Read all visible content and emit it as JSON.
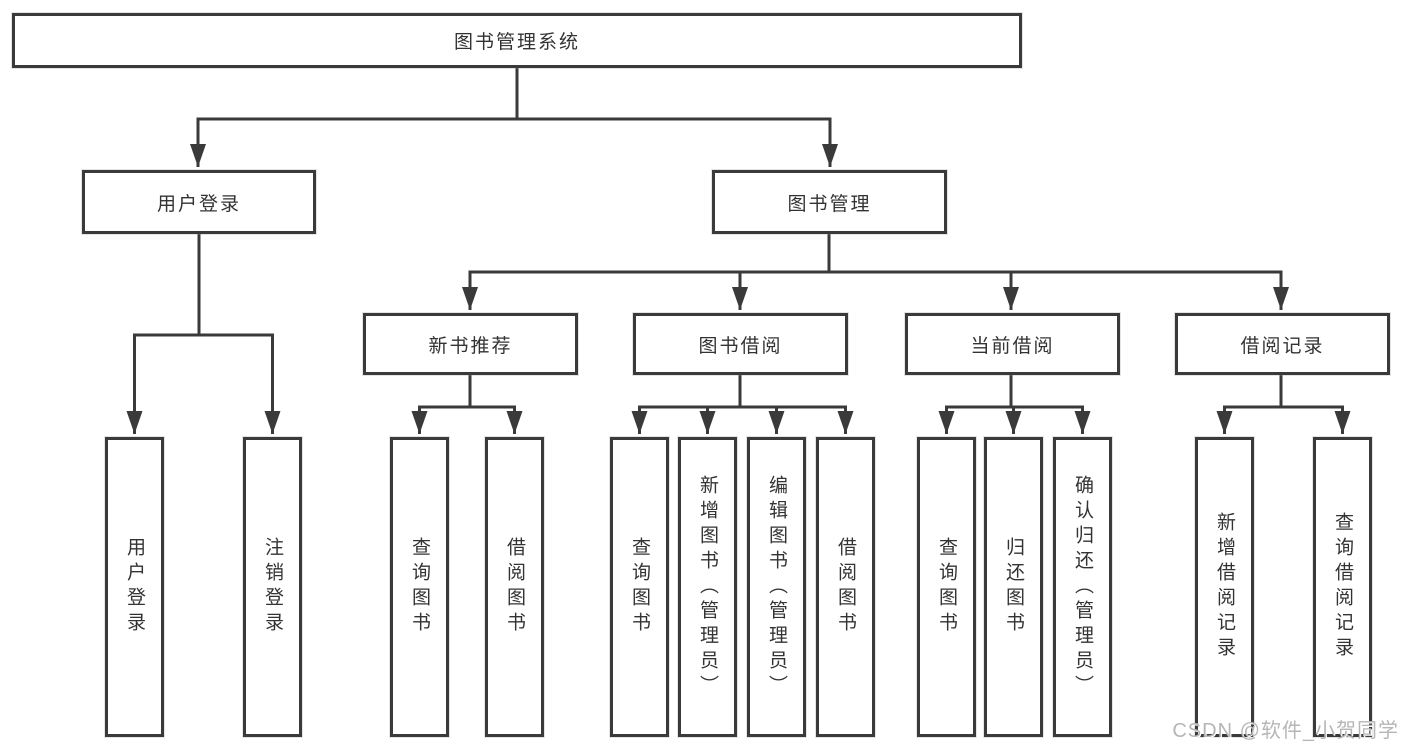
{
  "diagram": {
    "root": {
      "label": "图书管理系统"
    },
    "branches": [
      {
        "label": "用户登录",
        "children": [
          {
            "label": "用户登录"
          },
          {
            "label": "注销登录"
          }
        ]
      },
      {
        "label": "图书管理",
        "children": [
          {
            "label": "新书推荐",
            "children": [
              {
                "label": "查询图书"
              },
              {
                "label": "借阅图书"
              }
            ]
          },
          {
            "label": "图书借阅",
            "children": [
              {
                "label": "查询图书"
              },
              {
                "label": "新增图书（管理员）"
              },
              {
                "label": "编辑图书（管理员）"
              },
              {
                "label": "借阅图书"
              }
            ]
          },
          {
            "label": "当前借阅",
            "children": [
              {
                "label": "查询图书"
              },
              {
                "label": "归还图书"
              },
              {
                "label": "确认归还（管理员）"
              }
            ]
          },
          {
            "label": "借阅记录",
            "children": [
              {
                "label": "新增借阅记录"
              },
              {
                "label": "查询借阅记录"
              }
            ]
          }
        ]
      }
    ]
  },
  "watermark": {
    "text": "CSDN @软件_小贺同学"
  },
  "colors": {
    "line": "#3a3a3a",
    "text": "#333333",
    "background": "#ffffff",
    "watermark": "#b6b6b6"
  }
}
